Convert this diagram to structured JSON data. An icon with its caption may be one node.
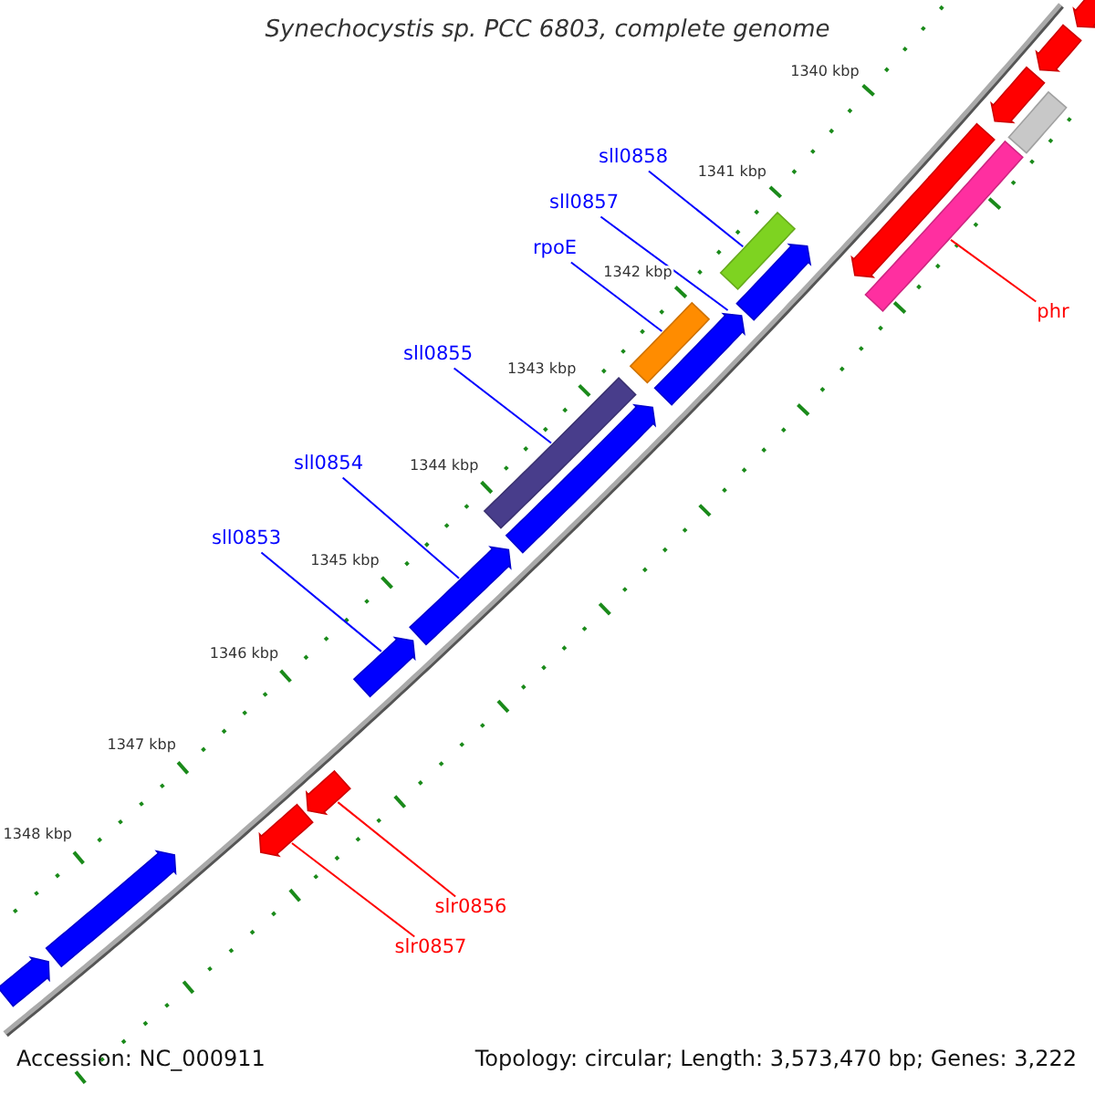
{
  "diagram": {
    "title": "Synechocystis sp. PCC 6803, complete genome",
    "nodes": [
      {
        "text": [
          "sll0858"
        ]
      },
      {
        "text": [
          "sll0857"
        ]
      },
      {
        "text": [
          "rpoE"
        ]
      },
      {
        "text": [
          "sll0855"
        ]
      },
      {
        "text": [
          "sll0854"
        ]
      },
      {
        "text": [
          "sll0853"
        ]
      },
      {
        "text": [
          "phr"
        ]
      },
      {
        "text": [
          "slr0856"
        ]
      },
      {
        "text": [
          "slr0857"
        ]
      },
      {
        "text": [],
        "shape": "bar"
      },
      {
        "text": [],
        "shape": "bar"
      },
      {
        "text": [],
        "shape": "bar"
      },
      {
        "text": [],
        "shape": "bar"
      },
      {
        "text": [],
        "shape": "bar"
      },
      {
        "text": [],
        "shape": "bar"
      },
      {
        "text": [],
        "shape": "bar"
      },
      {
        "text": [],
        "shape": "bar"
      },
      {
        "text": [],
        "shape": "bar"
      },
      {
        "text": [],
        "shape": "bar"
      },
      {
        "text": [],
        "shape": "bar"
      },
      {
        "text": [],
        "shape": "bar"
      },
      {
        "text": [],
        "shape": "bar"
      },
      {
        "text": [],
        "shape": "bar"
      },
      {
        "text": [],
        "shape": "bar"
      },
      {
        "text": [],
        "shape": "bar"
      },
      {
        "text": [],
        "shape": "bar"
      },
      {
        "text": [],
        "shape": "bar"
      }
    ],
    "edges": [
      {
        "from": 0,
        "to": 15,
        "arrow": "none"
      },
      {
        "from": 1,
        "to": 17,
        "arrow": "none"
      },
      {
        "from": 2,
        "to": 18,
        "arrow": "none"
      },
      {
        "from": 3,
        "to": 19,
        "arrow": "none"
      },
      {
        "from": 4,
        "to": 21,
        "arrow": "none"
      },
      {
        "from": 5,
        "to": 22,
        "arrow": "none"
      },
      {
        "from": 6,
        "to": 14,
        "arrow": "none",
        "color": "#ff0000"
      },
      {
        "from": 7,
        "to": 23,
        "arrow": "none",
        "color": "#ff0000"
      },
      {
        "from": 8,
        "to": 24,
        "arrow": "none",
        "color": "#ff0000"
      }
    ],
    "labels": [
      "1340 kbp",
      "1341 kbp",
      "1342 kbp",
      "1343 kbp",
      "1344 kbp",
      "1345 kbp",
      "1346 kbp",
      "1347 kbp",
      "1348 kbp",
      "Accession: NC_000911",
      "Topology: circular; Length: 3,573,470 bp; Genes: 3,222"
    ]
  }
}
